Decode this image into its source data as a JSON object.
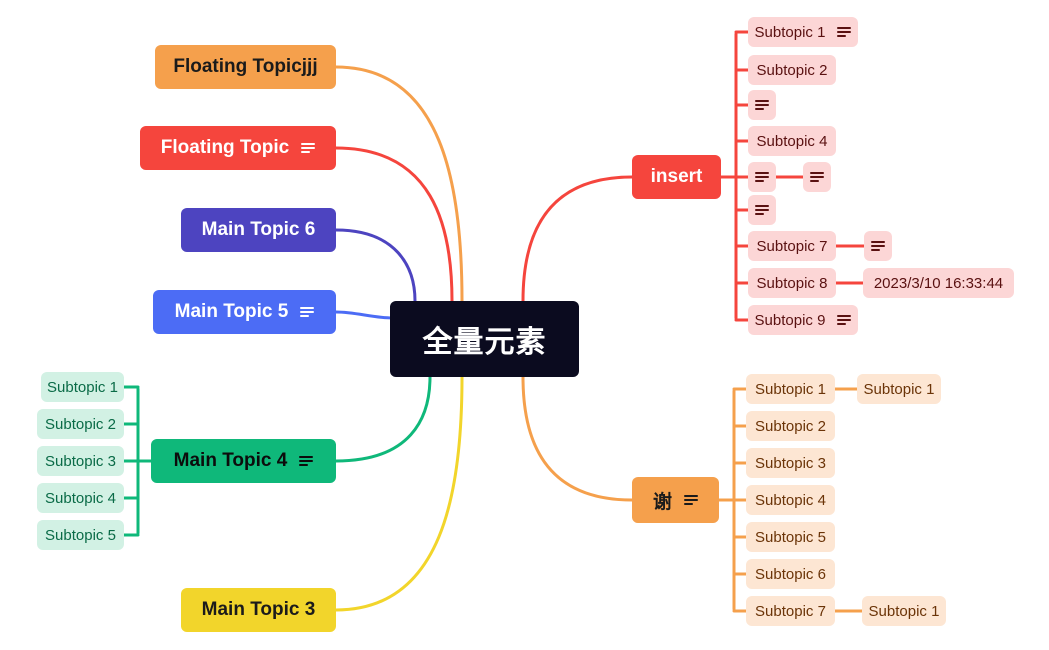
{
  "central": {
    "label": "全量元素"
  },
  "colors": {
    "central_bg": "#0b0b1f",
    "orange": "#f5a04c",
    "red": "#f5453d",
    "indigo": "#4d44c0",
    "blue": "#4c6cf5",
    "green": "#0fb87a",
    "yellow": "#f2d52b",
    "pink_light": "#fcd6d6",
    "peach_light": "#fde6d3",
    "green_light": "#d2f1e4"
  },
  "left_topics": [
    {
      "label": "Floating Topicjjj",
      "color": "orange",
      "note": false
    },
    {
      "label": "Floating Topic",
      "color": "red",
      "note": true
    },
    {
      "label": "Main Topic 6",
      "color": "indigo",
      "note": false
    },
    {
      "label": "Main Topic 5",
      "color": "blue",
      "note": true
    },
    {
      "label": "Main Topic 4",
      "color": "green",
      "note": true,
      "children": [
        "Subtopic 1",
        "Subtopic 2",
        "Subtopic 3",
        "Subtopic 4",
        "Subtopic 5"
      ]
    },
    {
      "label": "Main Topic 3",
      "color": "yellow",
      "note": false
    }
  ],
  "right_topics": [
    {
      "label": "insert",
      "color": "red",
      "note": false,
      "children": [
        {
          "label": "Subtopic 1",
          "note": true
        },
        {
          "label": "Subtopic 2",
          "note": false
        },
        {
          "label": "",
          "note": true
        },
        {
          "label": "Subtopic 4",
          "note": false
        },
        {
          "label": "",
          "note": true,
          "child": {
            "label": "",
            "note": true
          }
        },
        {
          "label": "",
          "note": true
        },
        {
          "label": "Subtopic 7",
          "note": false,
          "child": {
            "label": "",
            "note": true
          }
        },
        {
          "label": "Subtopic 8",
          "note": false,
          "child": {
            "label": "2023/3/10 16:33:44",
            "note": false
          }
        },
        {
          "label": "Subtopic 9",
          "note": true
        }
      ]
    },
    {
      "label": "谢",
      "color": "orange",
      "note": true,
      "children": [
        {
          "label": "Subtopic 1",
          "note": false,
          "child": {
            "label": "Subtopic 1",
            "note": false
          }
        },
        {
          "label": "Subtopic 2",
          "note": false
        },
        {
          "label": "Subtopic 3",
          "note": false
        },
        {
          "label": "Subtopic 4",
          "note": false
        },
        {
          "label": "Subtopic 5",
          "note": false
        },
        {
          "label": "Subtopic 6",
          "note": false
        },
        {
          "label": "Subtopic 7",
          "note": false,
          "child": {
            "label": "Subtopic 1",
            "note": false
          }
        }
      ]
    }
  ]
}
